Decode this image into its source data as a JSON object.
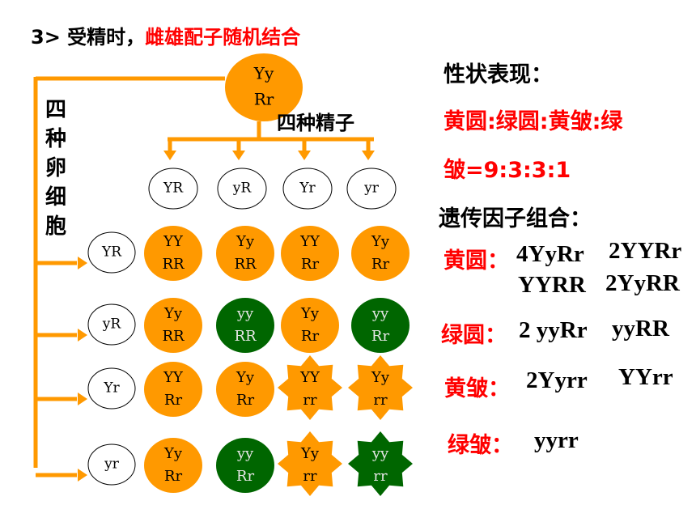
{
  "title": {
    "prefix": "3> 受精时，",
    "highlight": "雌雄配子随机结合"
  },
  "parent": {
    "line1": "Yy",
    "line2": "Rr"
  },
  "sperm_label": "四种精子",
  "egg_label": [
    "四",
    "种",
    "卵",
    "细",
    "胞"
  ],
  "sperm": [
    "YR",
    "yR",
    "Yr",
    "yr"
  ],
  "eggs": [
    "YR",
    "yR",
    "Yr",
    "yr"
  ],
  "grid": [
    [
      {
        "l1": "YY",
        "l2": "RR",
        "shape": "circle",
        "fill": "#ff9900"
      },
      {
        "l1": "Yy",
        "l2": "RR",
        "shape": "circle",
        "fill": "#ff9900"
      },
      {
        "l1": "YY",
        "l2": "Rr",
        "shape": "circle",
        "fill": "#ff9900"
      },
      {
        "l1": "Yy",
        "l2": "Rr",
        "shape": "circle",
        "fill": "#ff9900"
      }
    ],
    [
      {
        "l1": "Yy",
        "l2": "RR",
        "shape": "circle",
        "fill": "#ff9900"
      },
      {
        "l1": "yy",
        "l2": "RR",
        "shape": "circle",
        "fill": "#006600"
      },
      {
        "l1": "Yy",
        "l2": "Rr",
        "shape": "circle",
        "fill": "#ff9900"
      },
      {
        "l1": "yy",
        "l2": "Rr",
        "shape": "circle",
        "fill": "#006600"
      }
    ],
    [
      {
        "l1": "YY",
        "l2": "Rr",
        "shape": "circle",
        "fill": "#ff9900"
      },
      {
        "l1": "Yy",
        "l2": "Rr",
        "shape": "circle",
        "fill": "#ff9900"
      },
      {
        "l1": "YY",
        "l2": "rr",
        "shape": "star",
        "fill": "#ff9900"
      },
      {
        "l1": "Yy",
        "l2": "rr",
        "shape": "star",
        "fill": "#ff9900"
      }
    ],
    [
      {
        "l1": "Yy",
        "l2": "Rr",
        "shape": "circle",
        "fill": "#ff9900"
      },
      {
        "l1": "yy",
        "l2": "Rr",
        "shape": "circle",
        "fill": "#006600"
      },
      {
        "l1": "Yy",
        "l2": "rr",
        "shape": "star",
        "fill": "#ff9900"
      },
      {
        "l1": "yy",
        "l2": "rr",
        "shape": "star",
        "fill": "#006600"
      }
    ]
  ],
  "colors": {
    "orange": "#ff9900",
    "green": "#006600",
    "red": "#ff0000",
    "arrow": "#ff9900"
  },
  "right": {
    "trait_title": "性状表现：",
    "ratio_line1": "黄圆:绿圆:黄皱:绿",
    "ratio_line2": "皱=9:3:3:1",
    "combo_title": "遗传因子组合：",
    "yellow_round": {
      "label": "黄圆：",
      "a": "4YyRr",
      "b": "2YYRr",
      "c": "YYRR",
      "d": "2YyRR"
    },
    "green_round": {
      "label": "绿圆：",
      "a": "2 yyRr",
      "b": "yyRR"
    },
    "yellow_wrinkled": {
      "label": "黄皱：",
      "a": "2Yyrr",
      "b": "YYrr"
    },
    "green_wrinkled": {
      "label": "绿皱：",
      "a": "yyrr"
    }
  }
}
